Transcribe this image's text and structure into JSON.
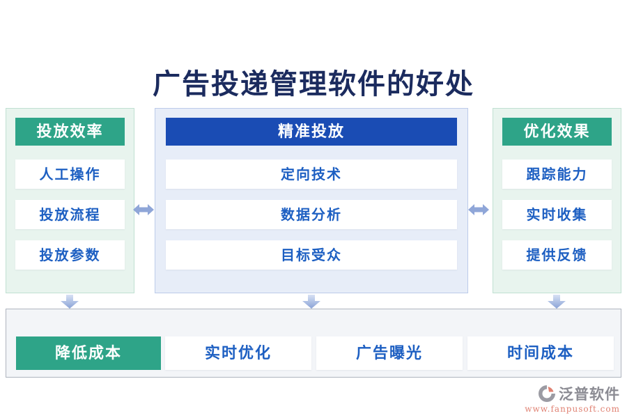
{
  "title": "广告投递管理软件的好处",
  "columns": [
    {
      "header": "投放效率",
      "items": [
        "人工操作",
        "投放流程",
        "投放参数"
      ]
    },
    {
      "header": "精准投放",
      "items": [
        "定向技术",
        "数据分析",
        "目标受众"
      ]
    },
    {
      "header": "优化效果",
      "items": [
        "跟踪能力",
        "实时收集",
        "提供反馈"
      ]
    }
  ],
  "bottom_row": [
    "降低成本",
    "实时优化",
    "广告曝光",
    "时间成本"
  ],
  "footer": {
    "brand": "泛普软件",
    "url": "www.fanpusoft.com"
  },
  "icons": {
    "between_columns": "left-right-arrow-icon",
    "column_to_bottom": "down-arrow-icon",
    "brand": "brand-logo-icon"
  },
  "colors": {
    "green": "#2ea488",
    "blue_header": "#1a4cb4",
    "item_text": "#1d5fc2",
    "title_color": "#1b2b5e",
    "arrow": "#8fa6d8",
    "green_bg": "#e8f4ee",
    "green_border": "#c0e0d2",
    "blue_bg": "#e7edf8",
    "blue_border": "#bccbea",
    "bottom_bg": "#f3f5f8",
    "bottom_border": "#aeb4be",
    "brand_gray": "#8b8b93",
    "brand_salmon": "#e08273"
  }
}
